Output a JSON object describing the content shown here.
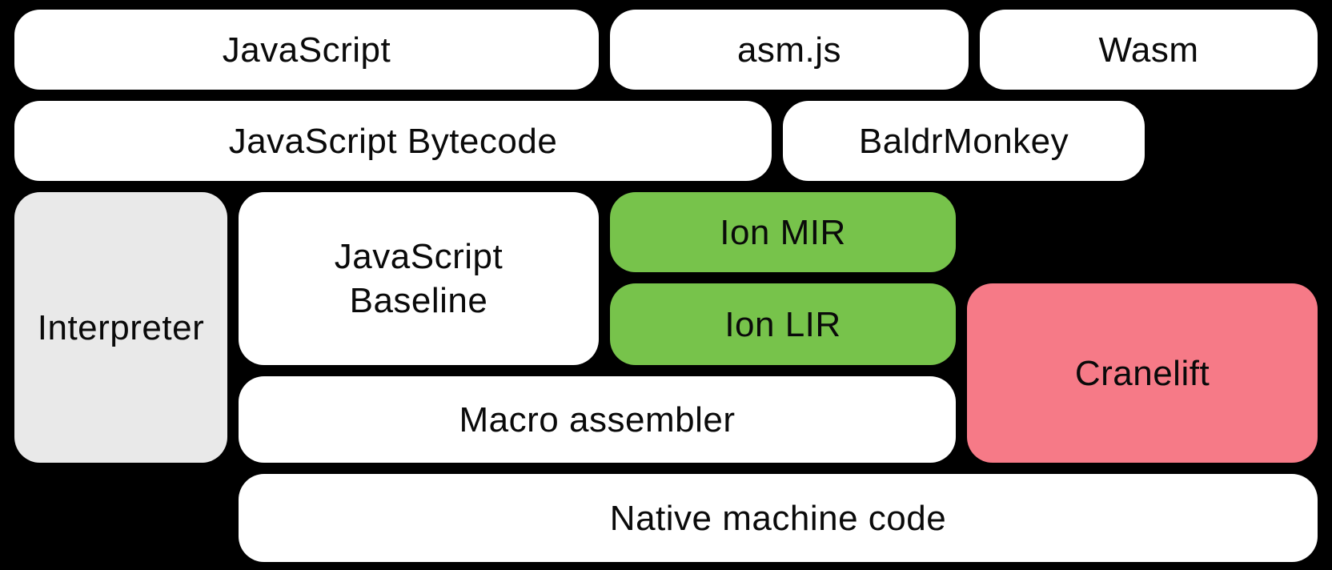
{
  "colors": {
    "background": "#000000",
    "box_white": "#ffffff",
    "box_gray": "#e9e9e9",
    "box_green": "#77c34b",
    "box_pink": "#f67a87",
    "text": "#0a0a0a"
  },
  "boxes": {
    "javascript": {
      "label": "JavaScript"
    },
    "asmjs": {
      "label": "asm.js"
    },
    "wasm": {
      "label": "Wasm"
    },
    "bytecode": {
      "label": "JavaScript Bytecode"
    },
    "baldrmonkey": {
      "label": "BaldrMonkey"
    },
    "interpreter": {
      "label": "Interpreter"
    },
    "baseline": {
      "label": "JavaScript\nBaseline"
    },
    "ion_mir": {
      "label": "Ion MIR"
    },
    "ion_lir": {
      "label": "Ion LIR"
    },
    "cranelift": {
      "label": "Cranelift"
    },
    "macro_assembler": {
      "label": "Macro assembler"
    },
    "native": {
      "label": "Native machine code"
    }
  }
}
